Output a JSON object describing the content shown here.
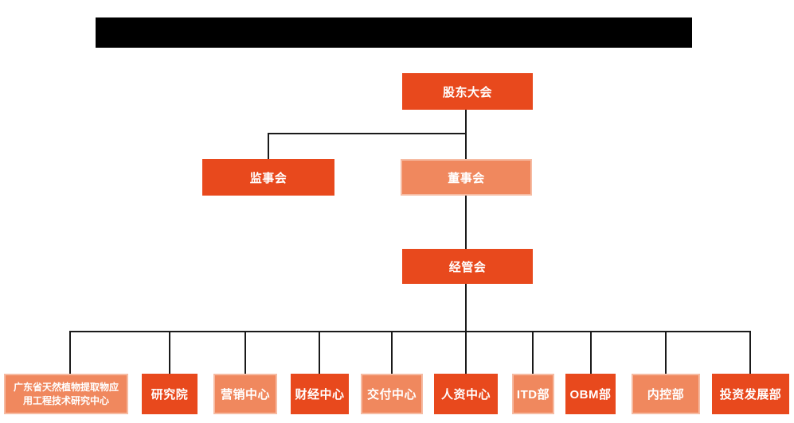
{
  "header": {
    "redacted": true
  },
  "palette": {
    "dark_box": "#E8491D",
    "light_box": "#F0885E",
    "light_box_border": "#F6BBA2",
    "connector_line": "#1A1A1A",
    "redaction_bar": "#000000",
    "text": "#FFFFFF",
    "background": "#FFFFFF"
  },
  "org": {
    "shareholders_meeting": {
      "label": "股东大会",
      "variant": "dark"
    },
    "supervisory_board": {
      "label": "监事会",
      "variant": "dark"
    },
    "board_of_directors": {
      "label": "董事会",
      "variant": "light"
    },
    "management_committee": {
      "label": "经管会",
      "variant": "dark"
    },
    "research_center": {
      "label": "广东省天然植物提取物应\n用工程技术研究中心",
      "variant": "light"
    },
    "research_institute": {
      "label": "研究院",
      "variant": "dark"
    },
    "marketing_center": {
      "label": "营销中心",
      "variant": "light"
    },
    "finance_center": {
      "label": "财经中心",
      "variant": "dark"
    },
    "delivery_center": {
      "label": "交付中心",
      "variant": "light"
    },
    "hr_center": {
      "label": "人资中心",
      "variant": "dark"
    },
    "itd_department": {
      "label": "ITD部",
      "variant": "light"
    },
    "obm_department": {
      "label": "OBM部",
      "variant": "dark"
    },
    "internal_control_department": {
      "label": "内控部",
      "variant": "light"
    },
    "investment_development_department": {
      "label": "投资发展部",
      "variant": "dark"
    }
  },
  "hierarchy": {
    "股东大会": [
      "监事会",
      "董事会"
    ],
    "董事会": [
      "经管会"
    ],
    "经管会": [
      "广东省天然植物提取物应用工程技术研究中心",
      "研究院",
      "营销中心",
      "财经中心",
      "交付中心",
      "人资中心",
      "ITD部",
      "OBM部",
      "内控部",
      "投资发展部"
    ]
  }
}
